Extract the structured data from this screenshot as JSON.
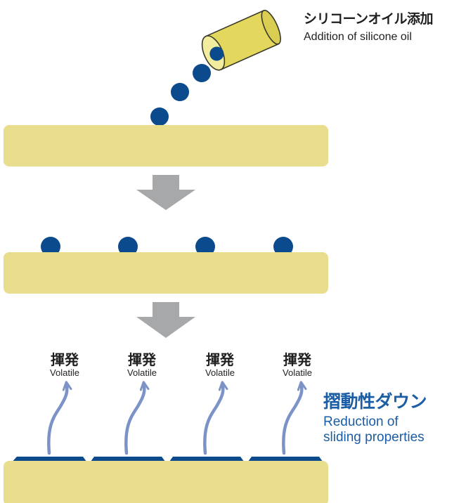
{
  "colors": {
    "plate_fill": "#e8de8d",
    "oil_blue": "#0b4a8c",
    "arrow_gray": "#a7a8aa",
    "volatile_arrow": "#7c93c8",
    "can_fill": "#e3d75e",
    "can_stroke": "#3a3a2a",
    "accent_text": "#1b5ea5"
  },
  "step1": {
    "title_ja": "シリコーンオイル添加",
    "title_en": "Addition of silicone oil"
  },
  "volatile": [
    {
      "ja": "揮発",
      "en": "Volatile"
    },
    {
      "ja": "揮発",
      "en": "Volatile"
    },
    {
      "ja": "揮発",
      "en": "Volatile"
    },
    {
      "ja": "揮発",
      "en": "Volatile"
    }
  ],
  "result": {
    "title_ja": "摺動性ダウン",
    "line1_en": "Reduction of",
    "line2_en": "sliding properties"
  }
}
